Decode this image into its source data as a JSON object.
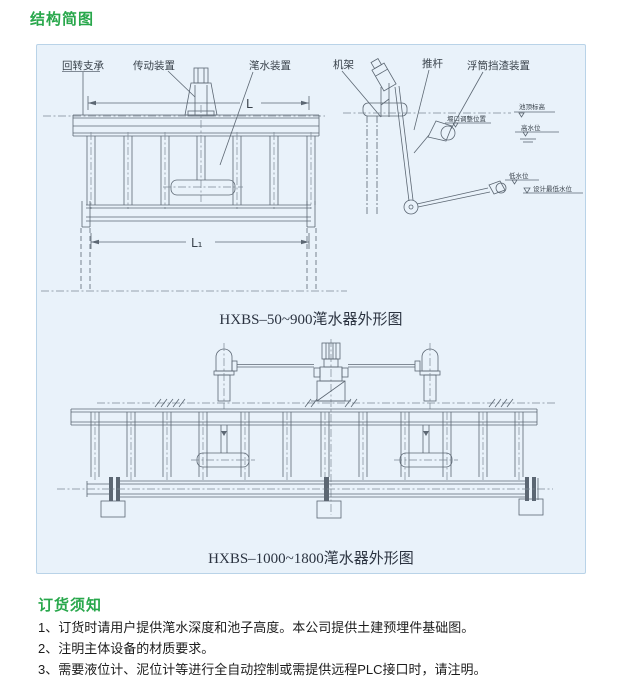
{
  "header": {
    "title": "结构简图"
  },
  "diagram1": {
    "caption": "HXBS–50~900滗水器外形图",
    "labels": {
      "slewing_support": "回转支承",
      "drive_unit": "传动装置",
      "decanting_device": "滗水装置",
      "frame": "机架",
      "push_rod": "推杆",
      "float_scum_baffle": "浮筒挡渣装置",
      "pool_top_level": "池顶标高",
      "weir_position": "堰口调整位置",
      "high_water_level": "高水位",
      "low_water_level": "低水位",
      "design_lowest_water_level": "设计最低水位",
      "dim_L": "L",
      "dim_L1": "L₁"
    }
  },
  "diagram2": {
    "caption": "HXBS–1000~1800滗水器外形图"
  },
  "notes": {
    "title": "订货须知",
    "items": [
      "1、订货时请用户提供滗水深度和池子高度。本公司提供土建预埋件基础图。",
      "2、注明主体设备的材质要求。",
      "3、需要液位计、泥位计等进行全自动控制或需提供远程PLC接口时，请注明。"
    ]
  },
  "colors": {
    "accent_green": "#28a74b",
    "panel_background": "#e9f2fa",
    "panel_border": "#b9d3e8",
    "line": "#5c6773"
  }
}
